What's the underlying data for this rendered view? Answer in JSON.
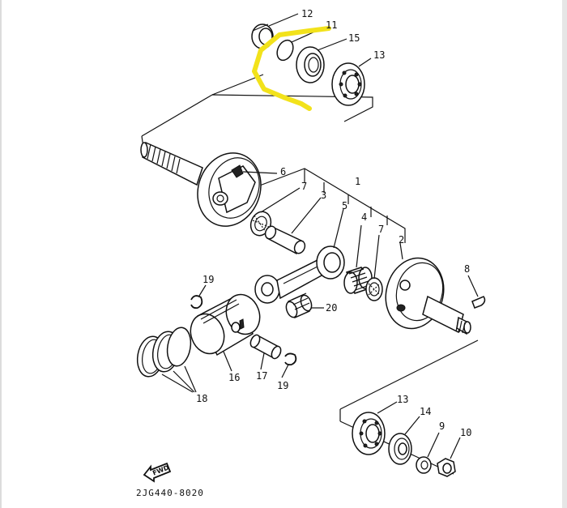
{
  "callouts": {
    "c1": "1",
    "c2": "2",
    "c3": "3",
    "c4": "4",
    "c5": "5",
    "c6": "6",
    "c7a": "7",
    "c7b": "7",
    "c8": "8",
    "c9": "9",
    "c10": "10",
    "c11": "11",
    "c12": "12",
    "c13a": "13",
    "c13b": "13",
    "c14": "14",
    "c15": "15",
    "c16": "16",
    "c17": "17",
    "c18": "18",
    "c19a": "19",
    "c19b": "19",
    "c20": "20"
  },
  "forward_badge": "FWD",
  "part_code": "2JG440-8020",
  "highlight_color": "#f2e21b"
}
